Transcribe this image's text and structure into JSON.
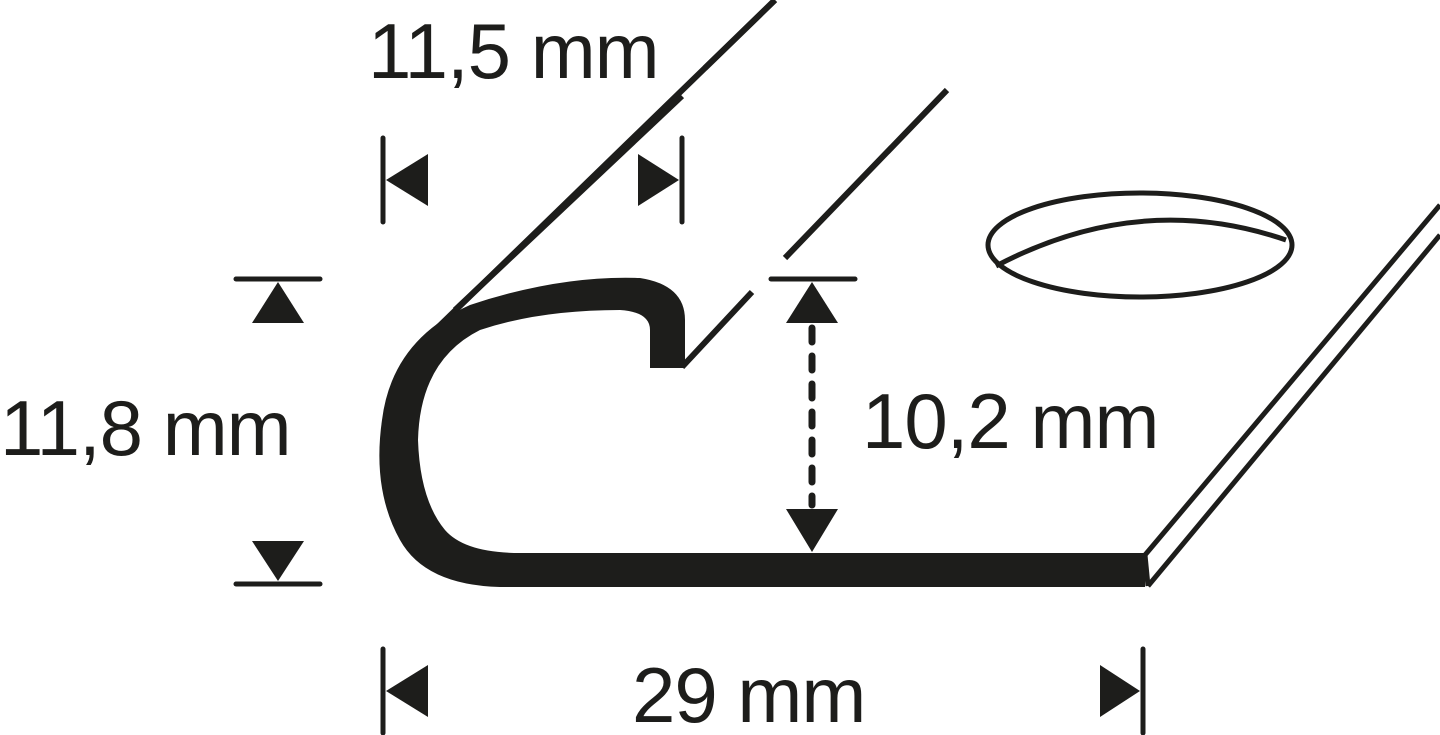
{
  "diagram": {
    "type": "technical-profile-cross-section",
    "stroke_color": "#1d1d1b",
    "background": "#ffffff",
    "dimensions": {
      "top_width": {
        "label": "11,5 mm",
        "value": 11.5,
        "unit": "mm"
      },
      "total_height": {
        "label": "11,8 mm",
        "value": 11.8,
        "unit": "mm"
      },
      "inner_height": {
        "label": "10,2 mm",
        "value": 10.2,
        "unit": "mm"
      },
      "base_width": {
        "label": "29 mm",
        "value": 29,
        "unit": "mm"
      }
    },
    "features": [
      "rounded-profile",
      "perforated-mounting-leg",
      "oval-hole"
    ]
  }
}
